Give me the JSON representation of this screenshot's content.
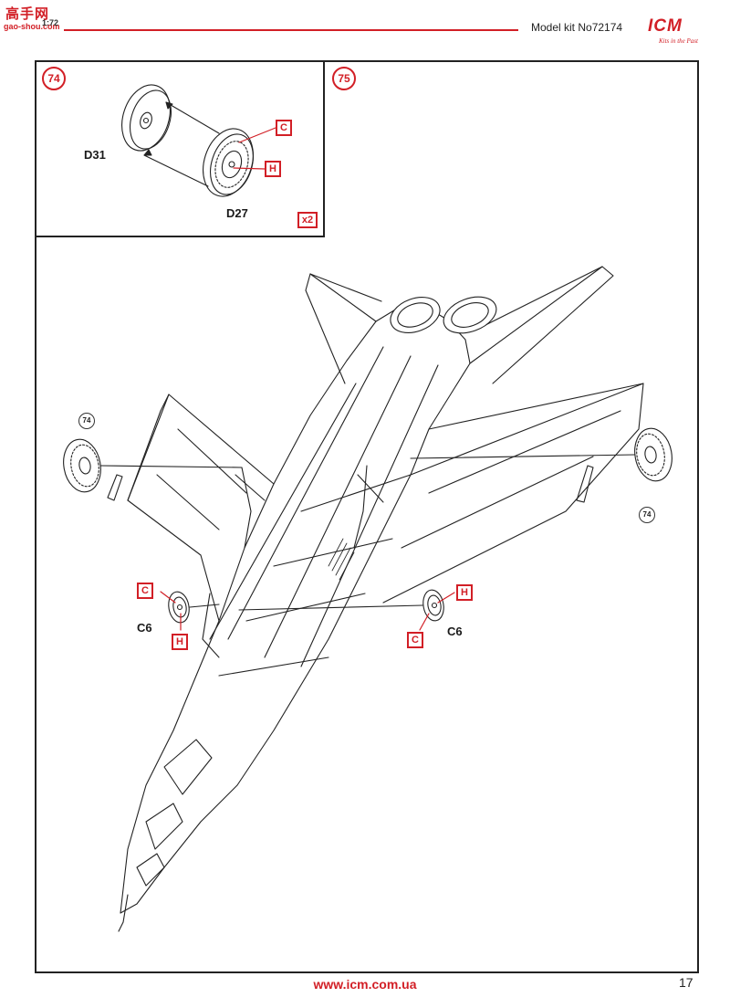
{
  "header": {
    "watermark_title": "高手网",
    "watermark_domain": "gao-shou.com",
    "watermark_number": "1:72",
    "model_kit": "Model kit No72174",
    "brand": "ICM",
    "brand_tagline": "Kits in the Past"
  },
  "step74": {
    "number": "74",
    "quantity": "x2",
    "parts": [
      "D31",
      "D27"
    ],
    "color_codes": [
      "C",
      "H"
    ]
  },
  "step75": {
    "number": "75",
    "ref_left": "74",
    "ref_right": "74",
    "wheel_left_part": "C6",
    "wheel_right_part": "C6",
    "left_color_top": "C",
    "left_color_bottom": "H",
    "right_color_top": "H",
    "right_color_bottom": "C"
  },
  "footer": {
    "url": "www.icm.com.ua",
    "page_number": "17"
  },
  "colors": {
    "accent": "#d21f26",
    "line": "#222222"
  }
}
